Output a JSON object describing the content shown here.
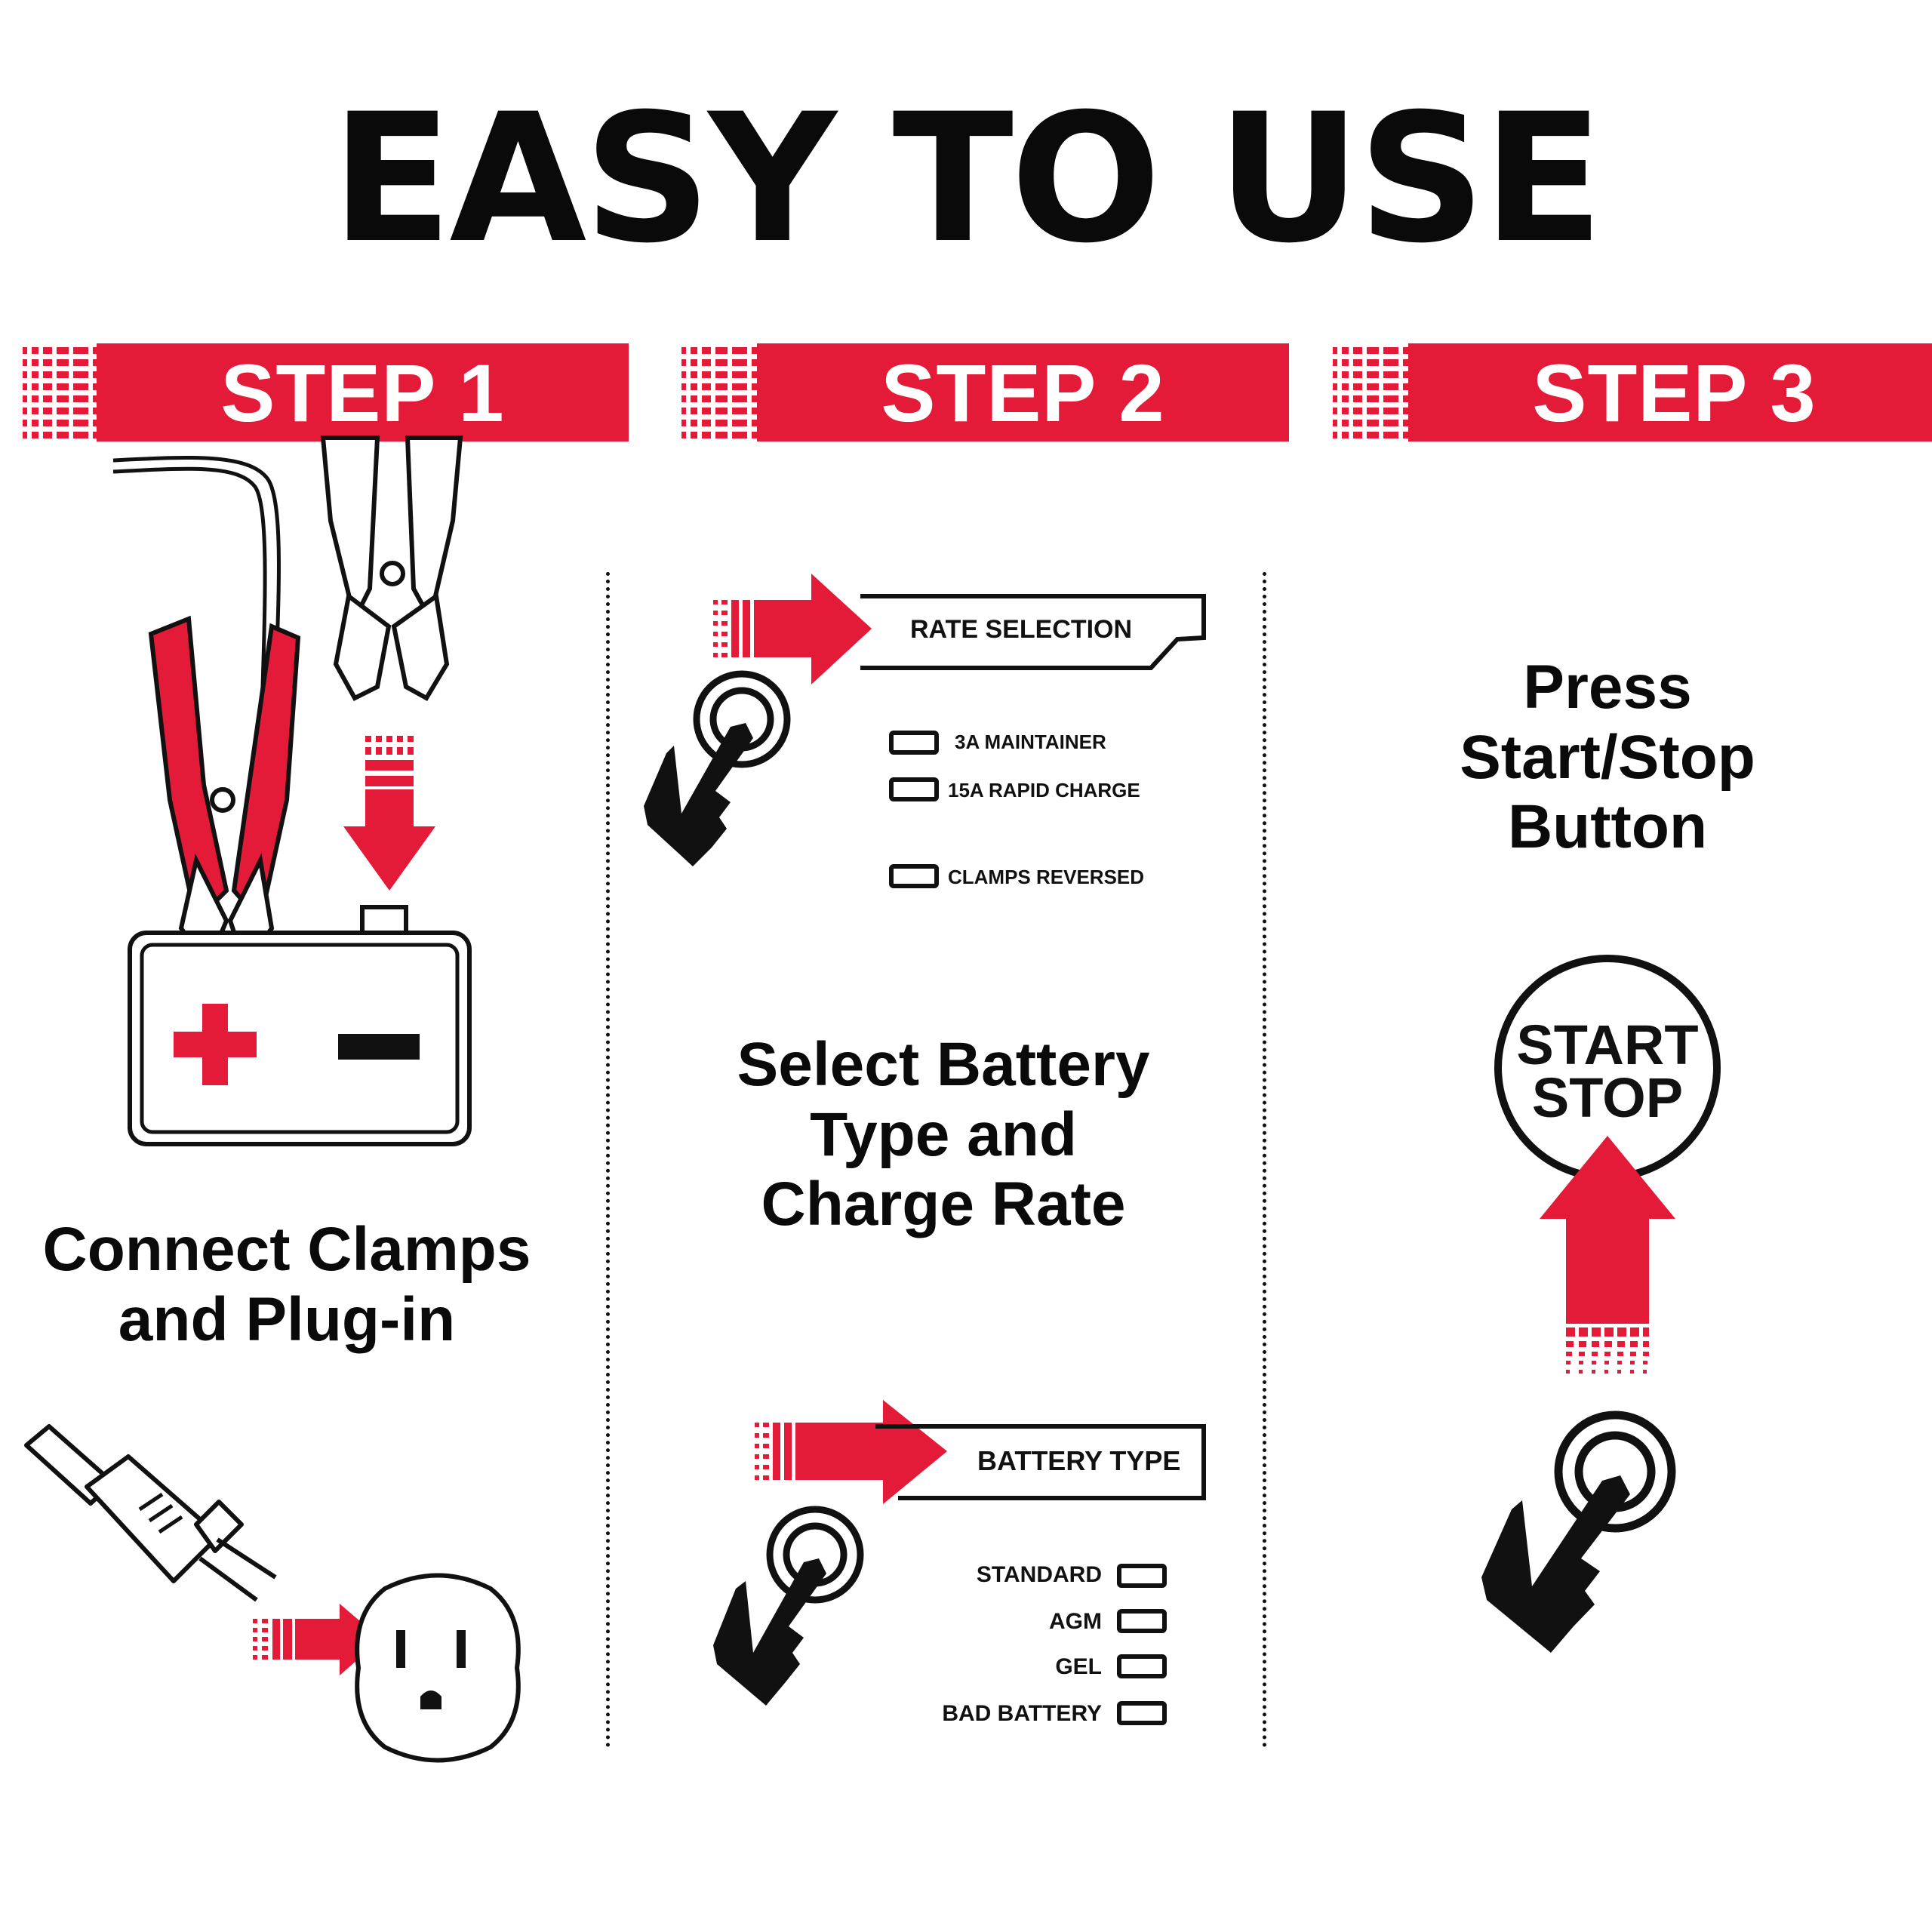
{
  "title": "EASY TO USE",
  "steps": [
    {
      "banner": "STEP 1",
      "caption_lines": [
        "Connect Clamps",
        "and Plug-in"
      ]
    },
    {
      "banner": "STEP 2",
      "caption_lines": [
        "Select Battery",
        "Type and",
        "Charge Rate"
      ]
    },
    {
      "banner": "STEP 3",
      "caption_lines": [
        "Press",
        "Start/Stop",
        "Button"
      ]
    }
  ],
  "rate_panel": {
    "label": "RATE SELECTION",
    "options": [
      "3A MAINTAINER",
      "15A RAPID CHARGE",
      "CLAMPS REVERSED"
    ]
  },
  "battery_panel": {
    "label": "BATTERY TYPE",
    "options": [
      "STANDARD",
      "AGM",
      "GEL",
      "BAD BATTERY"
    ]
  },
  "start_button": {
    "line1": "START",
    "line2": "STOP"
  },
  "colors": {
    "accent": "#e41b38",
    "ink": "#111111",
    "background": "#ffffff"
  },
  "icons": [
    "battery-clamps-icon",
    "battery-icon",
    "plug-icon",
    "outlet-icon",
    "hand-press-icon",
    "arrow-right-icon",
    "arrow-down-icon",
    "arrow-up-icon"
  ]
}
